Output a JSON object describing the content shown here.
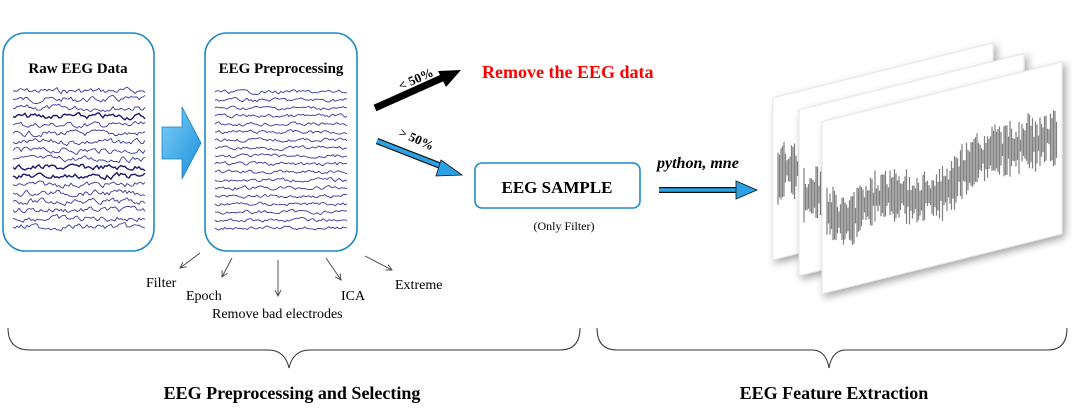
{
  "panels": {
    "raw": {
      "title": "Raw EEG Data"
    },
    "preprocessing": {
      "title": "EEG Preprocessing"
    },
    "sample": {
      "title": "EEG SAMPLE",
      "note": "(Only Filter)"
    }
  },
  "branches": {
    "low": {
      "label": "< 50%",
      "result": "Remove the EEG data",
      "result_color": "#ff0000"
    },
    "high": {
      "label": "> 50%"
    }
  },
  "steps": [
    "Filter",
    "Epoch",
    "Remove bad electrodes",
    "ICA",
    "Extreme"
  ],
  "tools_label": "python, mne",
  "sections": {
    "left": "EEG Preprocessing and Selecting",
    "right": "EEG Feature Extraction"
  },
  "colors": {
    "panel_border": "#1e8ac8",
    "accent_arrow": "#29a3e6",
    "eeg_trace": "#3a3a9a",
    "signal_gray": "#7f7f7f"
  }
}
